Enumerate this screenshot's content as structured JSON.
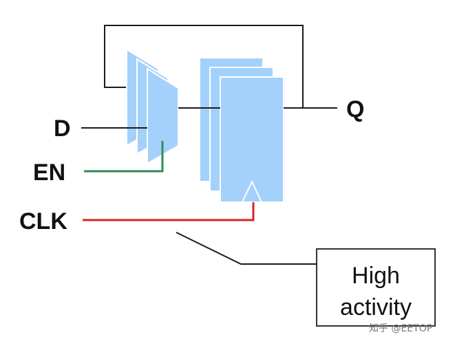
{
  "signals": {
    "d": "D",
    "en": "EN",
    "clk": "CLK",
    "q": "Q"
  },
  "annotation": {
    "line1": "High",
    "line2": "activity"
  },
  "watermark": "知乎 @EETOP",
  "colors": {
    "block_fill": "#a3d1fb",
    "block_edge": "#ffffff",
    "wire": "#1a1a1a",
    "enable_wire": "#2e8b57",
    "clock_wire": "#d42424",
    "note_border": "#333333"
  }
}
